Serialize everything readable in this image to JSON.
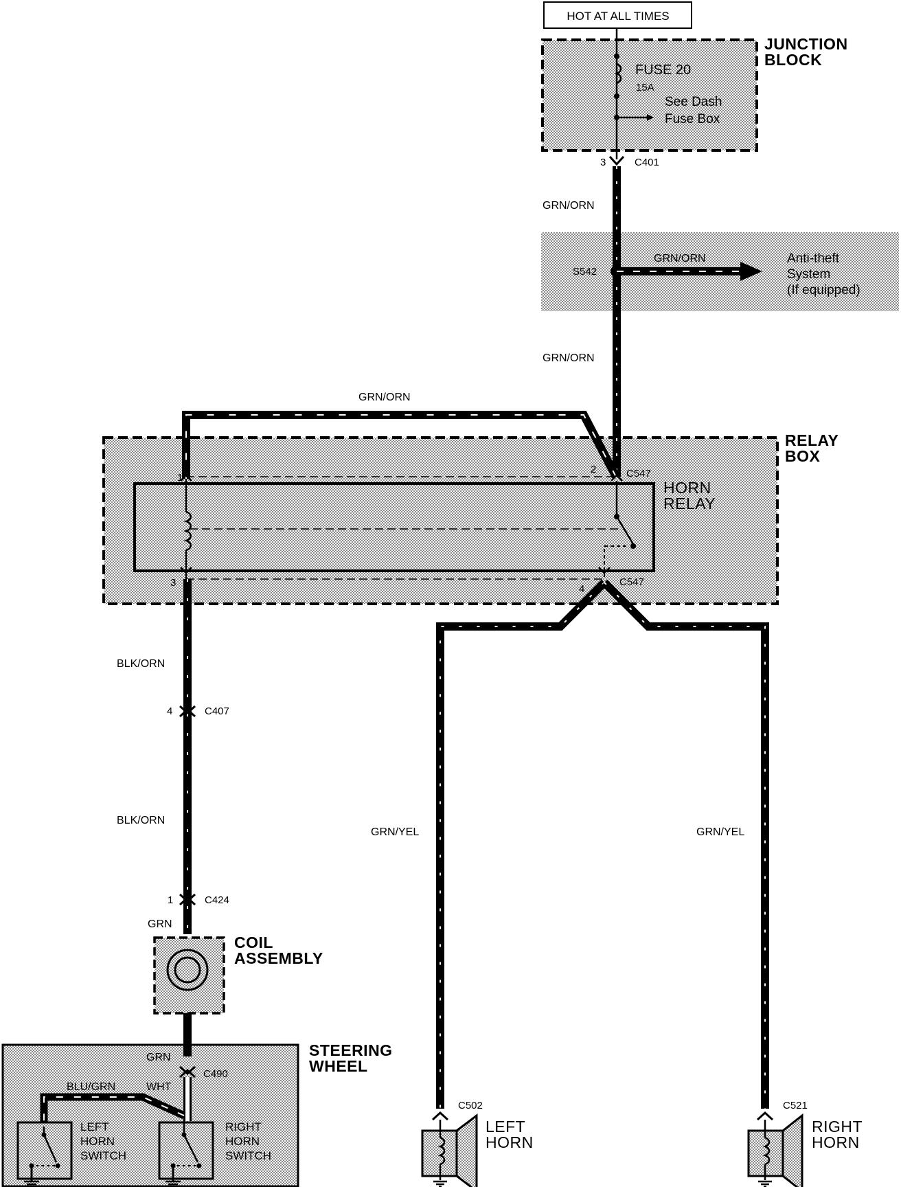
{
  "hot_label": "HOT AT ALL TIMES",
  "junction_block": {
    "title_line1": "JUNCTION",
    "title_line2": "BLOCK",
    "fuse_name": "FUSE 20",
    "fuse_rating": "15A",
    "see_line1": "See Dash",
    "see_line2": "Fuse Box"
  },
  "connectors": {
    "c401": "C401",
    "c401_pin": "3",
    "s542": "S542",
    "c547": "C547",
    "c547_pin2": "2",
    "c547_pin1": "1",
    "c547_pin3": "3",
    "c547_pin4": "4",
    "c407": "C407",
    "c407_pin": "4",
    "c424": "C424",
    "c424_pin": "1",
    "c490": "C490",
    "c502": "C502",
    "c521": "C521"
  },
  "wires": {
    "grn_orn": "GRN/ORN",
    "blk_orn": "BLK/ORN",
    "grn": "GRN",
    "blu_grn": "BLU/GRN",
    "wht": "WHT",
    "grn_yel": "GRN/YEL"
  },
  "antitheft": {
    "line1": "Anti-theft",
    "line2": "System",
    "line3": "(If equipped)"
  },
  "relay_box": {
    "title_line1": "RELAY",
    "title_line2": "BOX",
    "relay_line1": "HORN",
    "relay_line2": "RELAY"
  },
  "coil": {
    "line1": "COIL",
    "line2": "ASSEMBLY"
  },
  "steering_wheel": {
    "line1": "STEERING",
    "line2": "WHEEL"
  },
  "left_switch": {
    "line1": "LEFT",
    "line2": "HORN",
    "line3": "SWITCH"
  },
  "right_switch": {
    "line1": "RIGHT",
    "line2": "HORN",
    "line3": "SWITCH"
  },
  "left_horn": {
    "line1": "LEFT",
    "line2": "HORN"
  },
  "right_horn": {
    "line1": "RIGHT",
    "line2": "HORN"
  }
}
